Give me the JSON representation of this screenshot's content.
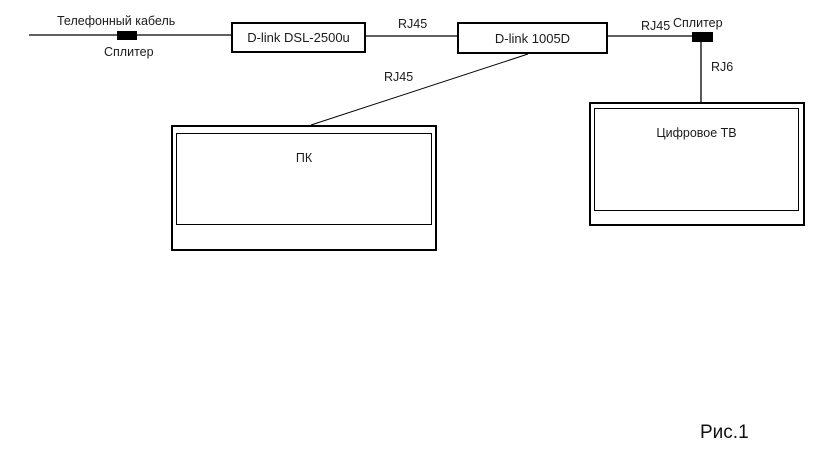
{
  "canvas": {
    "background": "#ffffff",
    "line_color": "#000000",
    "splitter_fill": "#000000"
  },
  "diagram": {
    "phone_cable_label": "Телефонный кабель",
    "left_splitter_label": "Сплитер",
    "modem_label": "D-link DSL-2500u",
    "rj45_modem_switch_label": "RJ45",
    "switch_label": "D-link 1005D",
    "rj45_switch_splitter_label": "RJ45",
    "right_splitter_label": "Сплитер",
    "rj6_label": "RJ6",
    "rj45_switch_pc_label": "RJ45",
    "pc_label": "ПК",
    "tv_label": "Цифровое ТВ",
    "caption": "Рис.1"
  }
}
